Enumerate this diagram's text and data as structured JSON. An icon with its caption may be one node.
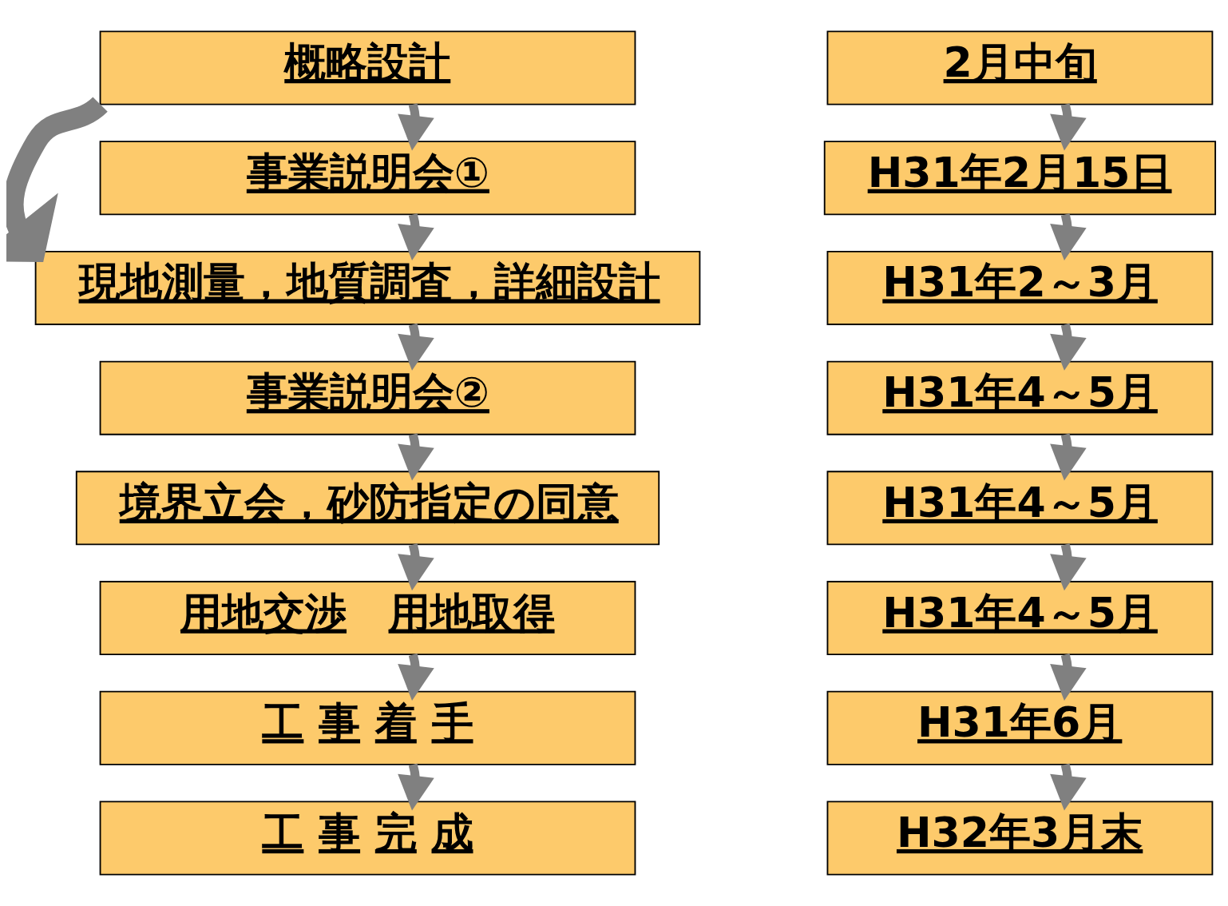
{
  "diagram": {
    "nodes": [
      {
        "text": [
          "概略設計"
        ]
      },
      {
        "text": [
          "事業説明会①"
        ]
      },
      {
        "text": [
          "現地測量，地質調査，詳細設計"
        ]
      },
      {
        "text": [
          "事業説明会②"
        ]
      },
      {
        "text": [
          "境界立会，砂防指定の同意"
        ]
      },
      {
        "text": [
          "用地交渉　用地取得"
        ]
      },
      {
        "text": [
          "工 事 着 手"
        ]
      },
      {
        "text": [
          "工 事 完 成"
        ]
      },
      {
        "text": [
          "2月中旬"
        ]
      },
      {
        "text": [
          "H31年2月15日"
        ]
      },
      {
        "text": [
          "H31年2～3月"
        ]
      },
      {
        "text": [
          "H31年4～5月"
        ]
      },
      {
        "text": [
          "H31年4～5月"
        ]
      },
      {
        "text": [
          "H31年4～5月"
        ]
      },
      {
        "text": [
          "H31年6月"
        ]
      },
      {
        "text": [
          "H32年3月末"
        ]
      }
    ],
    "edges": [
      {
        "from": 0,
        "to": 1,
        "arrow": "to"
      },
      {
        "from": 0,
        "to": 2,
        "arrow": "to",
        "style": "thick"
      },
      {
        "from": 1,
        "to": 2,
        "arrow": "to"
      },
      {
        "from": 2,
        "to": 3,
        "arrow": "to"
      },
      {
        "from": 3,
        "to": 4,
        "arrow": "to"
      },
      {
        "from": 4,
        "to": 5,
        "arrow": "to"
      },
      {
        "from": 5,
        "to": 6,
        "arrow": "to"
      },
      {
        "from": 6,
        "to": 7,
        "arrow": "to"
      },
      {
        "from": 8,
        "to": 9,
        "arrow": "to"
      },
      {
        "from": 9,
        "to": 10,
        "arrow": "to"
      },
      {
        "from": 10,
        "to": 11,
        "arrow": "to"
      },
      {
        "from": 11,
        "to": 12,
        "arrow": "to"
      },
      {
        "from": 12,
        "to": 13,
        "arrow": "to"
      },
      {
        "from": 13,
        "to": 14,
        "arrow": "to"
      },
      {
        "from": 14,
        "to": 15,
        "arrow": "to"
      }
    ]
  }
}
